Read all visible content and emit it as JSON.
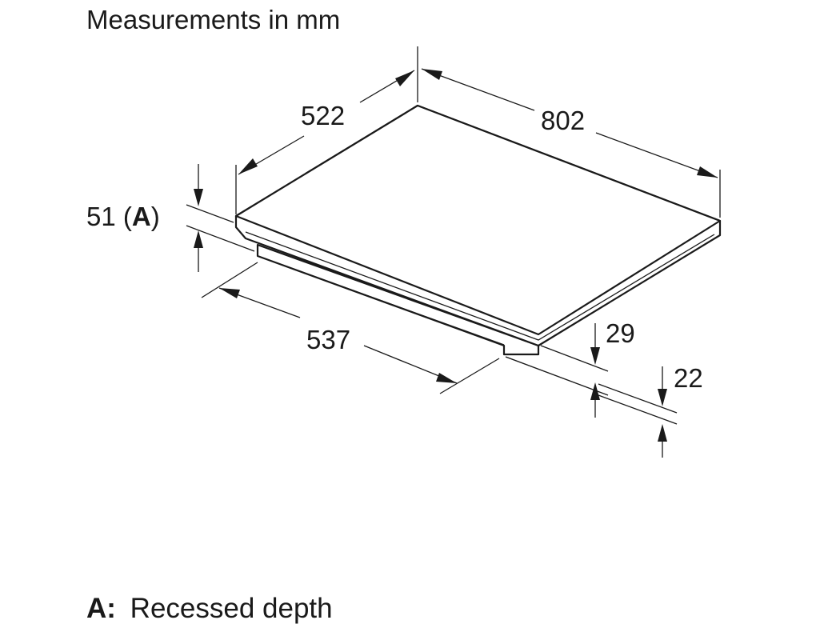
{
  "title": "Measurements in mm",
  "dimensions": {
    "depth_top": "522",
    "width_top": "802",
    "depth_bottom": "537",
    "recess_value": "51",
    "recess_marker": "A",
    "height_29": "29",
    "height_22": "22"
  },
  "legend": {
    "key": "A:",
    "text": "Recessed depth"
  },
  "colors": {
    "line": "#1a1a1a",
    "background": "#ffffff"
  }
}
